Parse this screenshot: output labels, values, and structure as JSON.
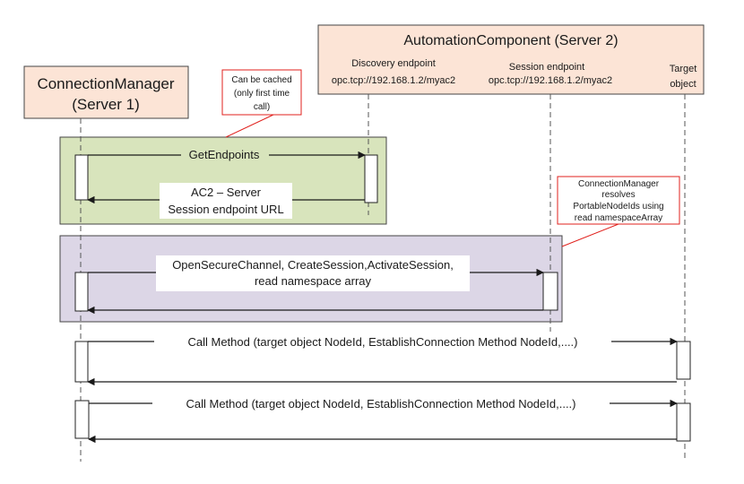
{
  "participants": {
    "server1_line1": "ConnectionManager",
    "server1_line2": "(Server 1)",
    "server2": "AutomationComponent (Server 2)",
    "discovery_label": "Discovery endpoint",
    "discovery_url": "opc.tcp://192.168.1.2/myac2",
    "session_label": "Session endpoint",
    "session_url": "opc.tcp://192.168.1.2/myac2",
    "target_line1": "Target",
    "target_line2": "object"
  },
  "notes": {
    "cache": [
      "Can be cached",
      "(only first time",
      "call)"
    ],
    "resolve": [
      "ConnectionManager",
      "resolves",
      "PortableNodeIds using",
      "read namespaceArray"
    ]
  },
  "messages": {
    "get_endpoints": "GetEndpoints",
    "reply_line1": "AC2 – Server",
    "reply_line2": "Session endpoint URL",
    "session_line1": "OpenSecureChannel, CreateSession,ActivateSession,",
    "session_line2": "read namespace array",
    "call1": "Call Method (target object NodeId, EstablishConnection Method NodeId,....)",
    "call2": "Call Method (target object NodeId, EstablishConnection Method NodeId,....)"
  },
  "colors": {
    "participant_fill": "#fce4d6",
    "green_group": "#d8e4bc",
    "purple_group": "#dcd6e6",
    "note_border": "#e0201c",
    "line": "#1a1a1a"
  }
}
